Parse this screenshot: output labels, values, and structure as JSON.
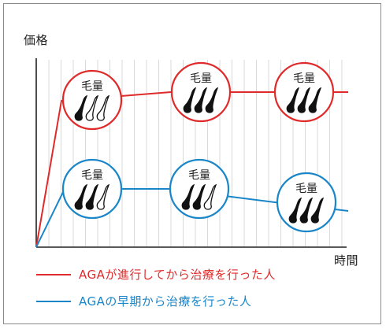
{
  "chart": {
    "y_axis_label": "価格",
    "x_axis_label": "時間",
    "circle_label": "毛量"
  },
  "legend": [
    {
      "label": "AGAが進行してから治療を行った人",
      "color": "#e02a2a"
    },
    {
      "label": "AGAの早期から治療を行った人",
      "color": "#1a86c8"
    }
  ],
  "colors": {
    "red": "#e02a2a",
    "blue": "#1a86c8",
    "hair": "#111111",
    "grid": "#d9d9d9",
    "axis": "#222222"
  },
  "series": {
    "red": {
      "hair_filled_per_stage": [
        1,
        3,
        3
      ]
    },
    "blue": {
      "hair_filled_per_stage": [
        2,
        2,
        3
      ]
    }
  }
}
